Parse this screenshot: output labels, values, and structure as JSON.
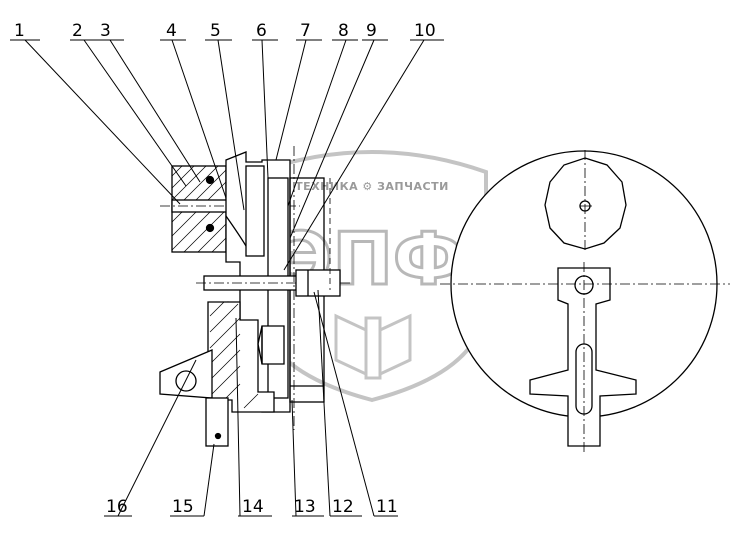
{
  "callouts": [
    {
      "n": "1"
    },
    {
      "n": "2"
    },
    {
      "n": "3"
    },
    {
      "n": "4"
    },
    {
      "n": "5"
    },
    {
      "n": "6"
    },
    {
      "n": "7"
    },
    {
      "n": "8"
    },
    {
      "n": "9"
    },
    {
      "n": "10"
    },
    {
      "n": "16"
    },
    {
      "n": "15"
    },
    {
      "n": "14"
    },
    {
      "n": "13"
    },
    {
      "n": "12"
    },
    {
      "n": "11"
    }
  ],
  "watermark": {
    "top_text": "ТЕХНИКА ⚙ ЗАПЧАСТИ",
    "logo_text": "ЭПФ",
    "colors": {
      "watermark": "#b8b8b8"
    }
  },
  "colors": {
    "line": "#000000",
    "background": "#ffffff"
  }
}
